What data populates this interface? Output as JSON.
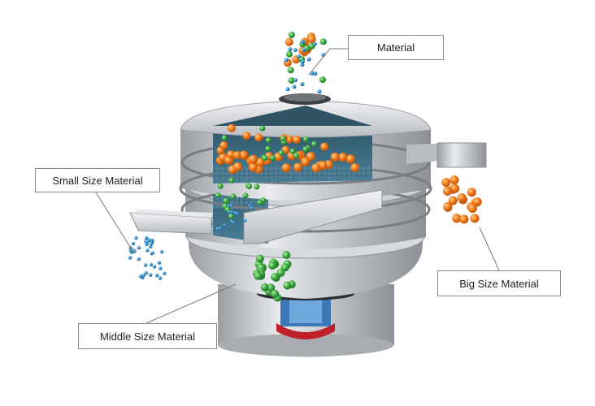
{
  "labels": {
    "material": "Material",
    "small": "Small Size Material",
    "big": "Big Size Material",
    "middle": "Middle Size Material"
  },
  "colors": {
    "steel": "#c9ccd0",
    "steel_dark": "#8e9297",
    "cut_interior": "#3f6f86",
    "screen_mesh": "#5d8aa1",
    "big_particle": "#f07a1c",
    "middle_particle": "#3fae45",
    "small_particle": "#2f8fd0",
    "motor_red": "#c0202a",
    "motor_blue": "#3a78b8",
    "leader_line": "#7a7a7a"
  }
}
